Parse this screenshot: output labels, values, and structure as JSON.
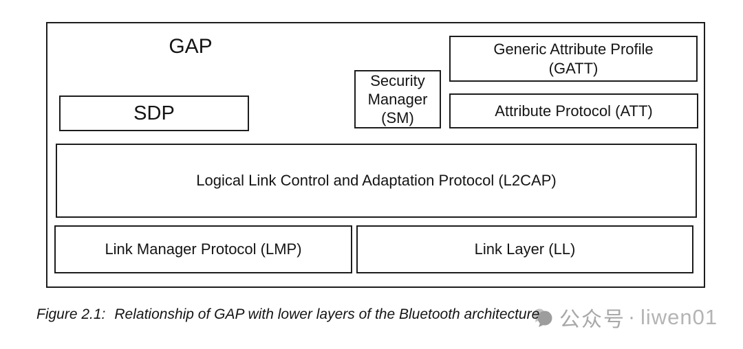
{
  "figure": {
    "caption_prefix": "Figure 2.1:",
    "caption_text": "Relationship of GAP with lower layers of the Bluetooth architecture"
  },
  "diagram": {
    "gap_label": "GAP",
    "boxes": {
      "sdp": "SDP",
      "security_manager": {
        "lines": [
          "Security",
          "Manager",
          "(SM)"
        ]
      },
      "gatt": {
        "lines": [
          "Generic Attribute Profile",
          "(GATT)"
        ]
      },
      "att": "Attribute Protocol (ATT)",
      "l2cap": "Logical Link Control and Adaptation Protocol (L2CAP)",
      "lmp": "Link Manager Protocol (LMP)",
      "ll": "Link Layer (LL)"
    }
  },
  "watermark": {
    "logo_icon": "chat-bubbles-logo",
    "text": "公众号",
    "separator": "·",
    "handle": "liwen01"
  },
  "colors": {
    "background": "#ffffff",
    "border": "#1c1c1c",
    "text": "#141414",
    "watermark_gray": "#a8a8a8",
    "watermark_handle_gray": "#b4b4b4",
    "watermark_logo_dark": "#9d9d9d",
    "watermark_logo_light": "#c3c3c3"
  }
}
